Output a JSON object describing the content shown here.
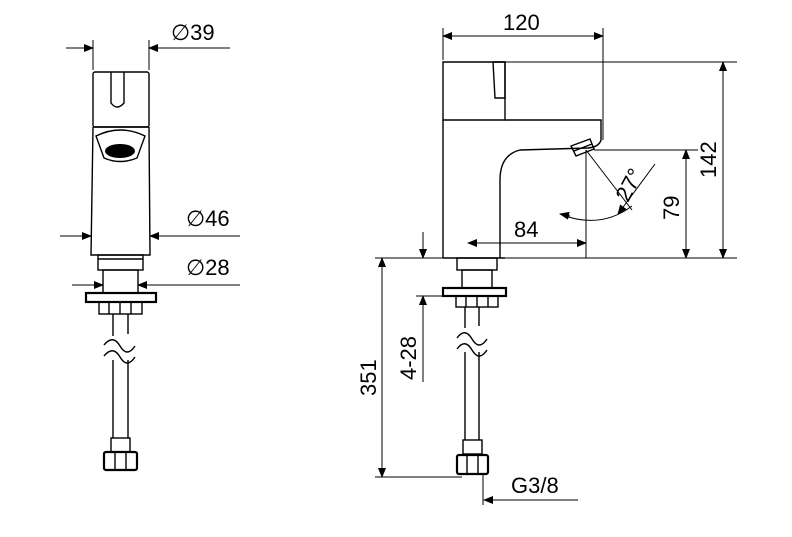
{
  "dimensions": {
    "dia_39": "∅39",
    "dia_46": "∅46",
    "dia_28": "∅28",
    "width_120": "120",
    "height_142": "142",
    "height_79": "79",
    "reach_84": "84",
    "angle_27": "27°",
    "length_351": "351",
    "range_4_28": "4-28",
    "thread_g38": "G3/8"
  },
  "colors": {
    "line": "#000000",
    "background": "#ffffff"
  }
}
